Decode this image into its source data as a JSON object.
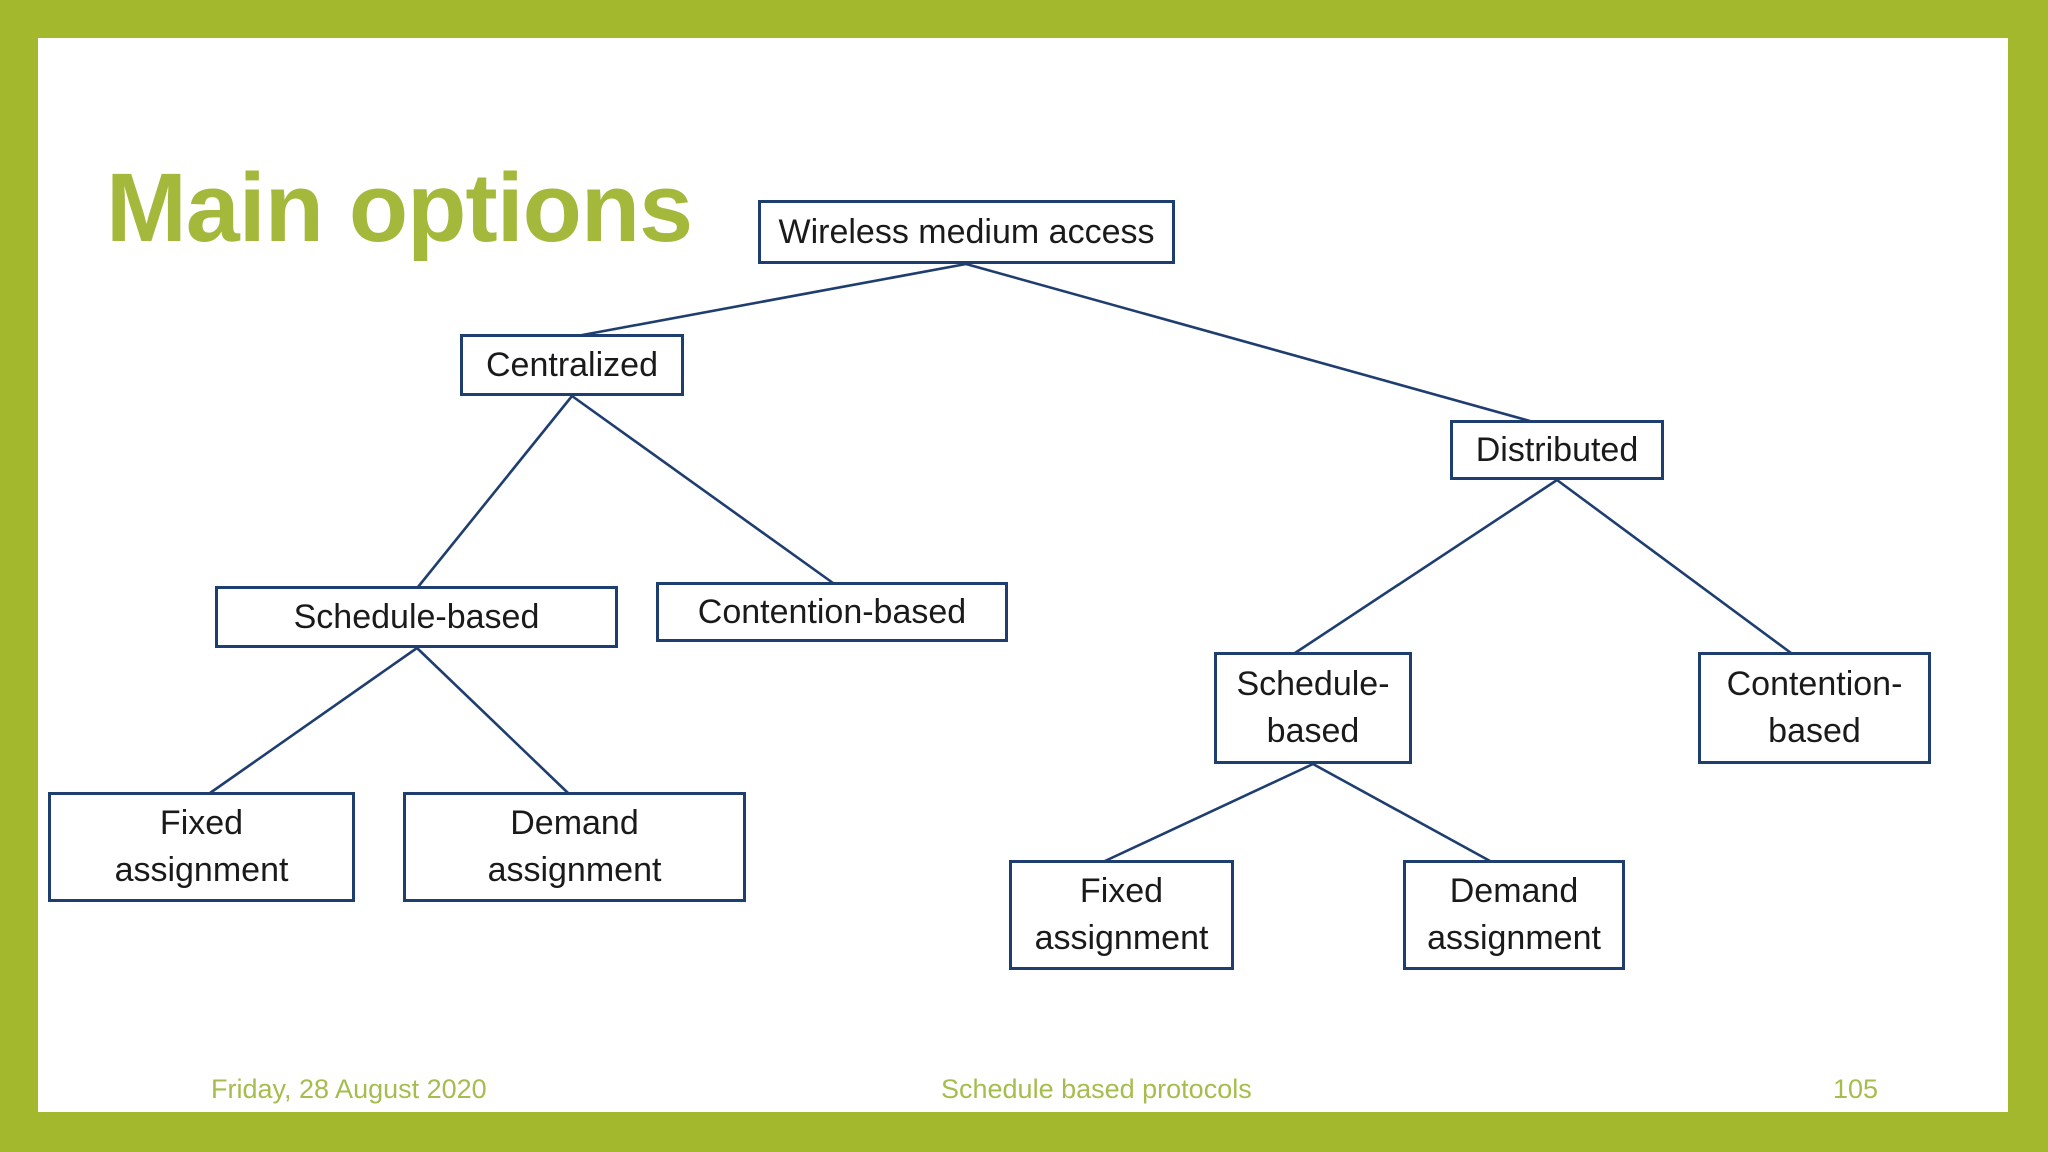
{
  "slide": {
    "title": "Main options",
    "footer": {
      "date": "Friday, 28 August 2020",
      "subject": "Schedule based protocols",
      "page_number": "105"
    },
    "colors": {
      "frame_green": "#a4b82e",
      "title_green": "#a4b93c",
      "footer_green": "#a6bd4d",
      "line_navy": "#1f3e70",
      "box_border_navy": "#1f3e70",
      "box_text": "#1a1a1a",
      "slide_background": "#ffffff"
    }
  },
  "tree": {
    "nodes": [
      {
        "id": "wireless-medium-access",
        "label": "Wireless medium access"
      },
      {
        "id": "centralized",
        "label": "Centralized"
      },
      {
        "id": "distributed",
        "label": "Distributed"
      },
      {
        "id": "centralized-schedule-based",
        "label": "Schedule-based"
      },
      {
        "id": "centralized-contention-based",
        "label": "Contention-based"
      },
      {
        "id": "centralized-fixed-assignment",
        "label": "Fixed\nassignment"
      },
      {
        "id": "centralized-demand-assignment",
        "label": "Demand\nassignment"
      },
      {
        "id": "distributed-schedule-based",
        "label": "Schedule-\nbased"
      },
      {
        "id": "distributed-contention-based",
        "label": "Contention-\nbased"
      },
      {
        "id": "distributed-fixed-assignment",
        "label": "Fixed\nassignment"
      },
      {
        "id": "distributed-demand-assignment",
        "label": "Demand\nassignment"
      }
    ],
    "edges": [
      {
        "from": "wireless-medium-access",
        "to": "centralized"
      },
      {
        "from": "wireless-medium-access",
        "to": "distributed"
      },
      {
        "from": "centralized",
        "to": "centralized-schedule-based"
      },
      {
        "from": "centralized",
        "to": "centralized-contention-based"
      },
      {
        "from": "centralized-schedule-based",
        "to": "centralized-fixed-assignment"
      },
      {
        "from": "centralized-schedule-based",
        "to": "centralized-demand-assignment"
      },
      {
        "from": "distributed",
        "to": "distributed-schedule-based"
      },
      {
        "from": "distributed",
        "to": "distributed-contention-based"
      },
      {
        "from": "distributed-schedule-based",
        "to": "distributed-fixed-assignment"
      },
      {
        "from": "distributed-schedule-based",
        "to": "distributed-demand-assignment"
      }
    ]
  }
}
